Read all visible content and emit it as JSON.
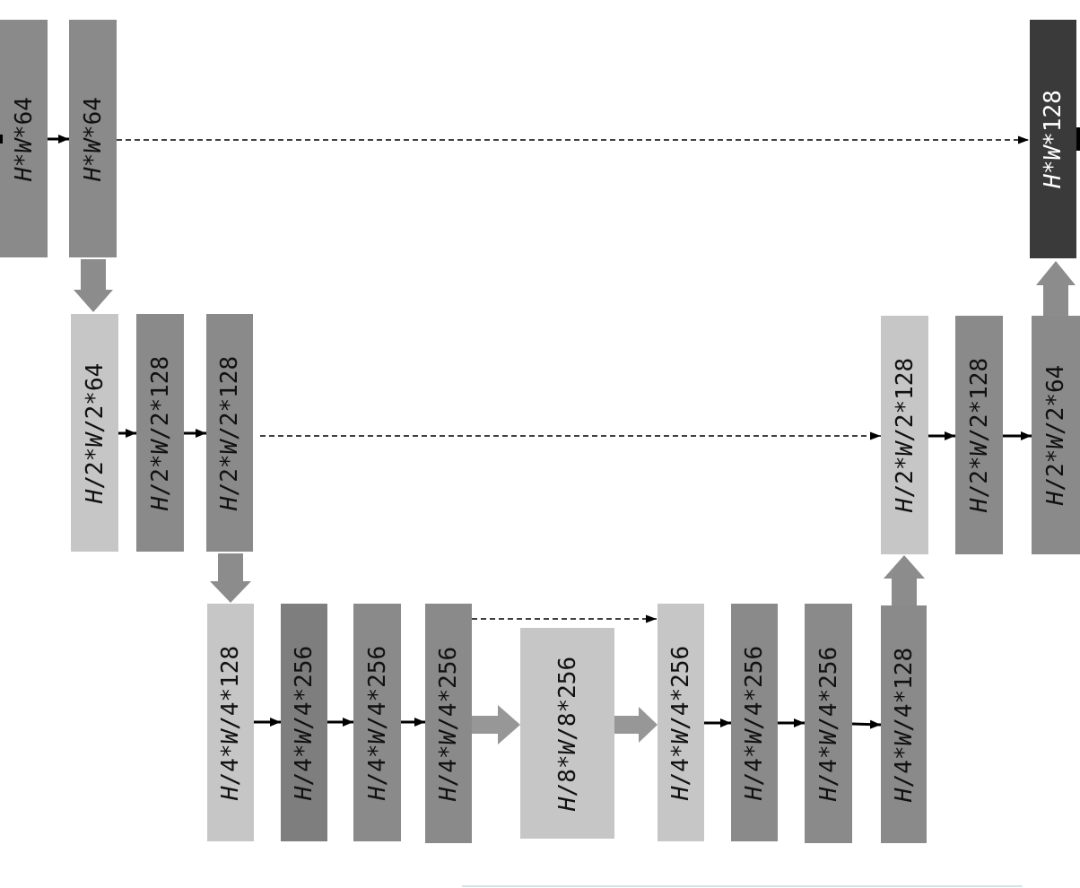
{
  "blocks": [
    "H*W*64",
    "H*W*64",
    "H*W*128",
    "H/2*W/2*64",
    "H/2*W/2*128",
    "H/2*W/2*128",
    "H/2*W/2*128",
    "H/2*W/2*128",
    "H/2*W/2*64",
    "H/4*W/4*128",
    "H/4*W/4*256",
    "H/4*W/4*256",
    "H/4*W/4*256",
    "H/8*W/8*256",
    "H/4*W/4*256",
    "H/4*W/4*256",
    "H/4*W/4*256",
    "H/4*W/4*128"
  ],
  "colors": {
    "light": "#c6c6c6",
    "medium": "#8a8a8a",
    "medium2": "#7e7e7e",
    "dark": "#3a3a3a",
    "arrow": "#8c8c8c",
    "ink": "#111111"
  }
}
